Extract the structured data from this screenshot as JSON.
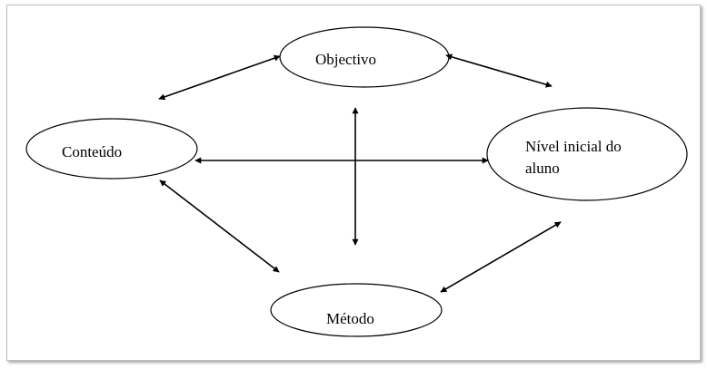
{
  "diagram": {
    "nodes": {
      "objectivo": "Objectivo",
      "conteudo": "Conteúdo",
      "nivel_line1": "Nível inicial do",
      "nivel_line2": "aluno",
      "metodo": "Método"
    },
    "colors": {
      "stroke": "#000000",
      "background": "#ffffff",
      "frame_border": "#bdbdbd"
    }
  }
}
